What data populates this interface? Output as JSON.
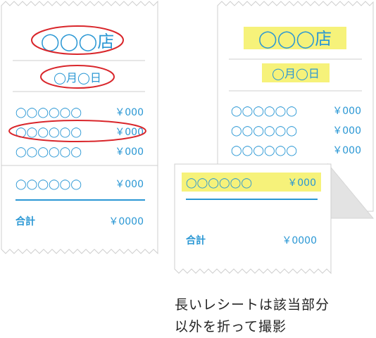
{
  "colors": {
    "text_blue": "#2a97d4",
    "divider_blue": "#2a97d4",
    "circle_red": "#d9262b",
    "highlight_yellow": "#f6f27a",
    "paper_border": "#cfcfcf",
    "fold_gray": "#e3e3e3",
    "caption_text": "#222222"
  },
  "receipt_left": {
    "store_name": "◯◯◯店",
    "date": "◯月◯日",
    "items": [
      {
        "name": "◯◯◯◯◯◯",
        "price": "￥000"
      },
      {
        "name": "◯◯◯◯◯◯",
        "price": "￥000"
      },
      {
        "name": "◯◯◯◯◯◯",
        "price": "￥000"
      },
      {
        "name": "◯◯◯◯◯◯",
        "price": "￥000"
      }
    ],
    "total_label": "合計",
    "total_value": "￥0000"
  },
  "receipt_right": {
    "store_name": "◯◯◯店",
    "date": "◯月◯日",
    "items": [
      {
        "name": "◯◯◯◯◯◯",
        "price": "￥000"
      },
      {
        "name": "◯◯◯◯◯◯",
        "price": "￥000"
      },
      {
        "name": "◯◯◯◯◯◯",
        "price": "￥000"
      }
    ]
  },
  "receipt_folded": {
    "item": {
      "name": "◯◯◯◯◯◯",
      "price": "￥000"
    },
    "total_label": "合計",
    "total_value": "￥0000"
  },
  "caption": {
    "line1": "長いレシートは該当部分",
    "line2": "以外を折って撮影"
  }
}
